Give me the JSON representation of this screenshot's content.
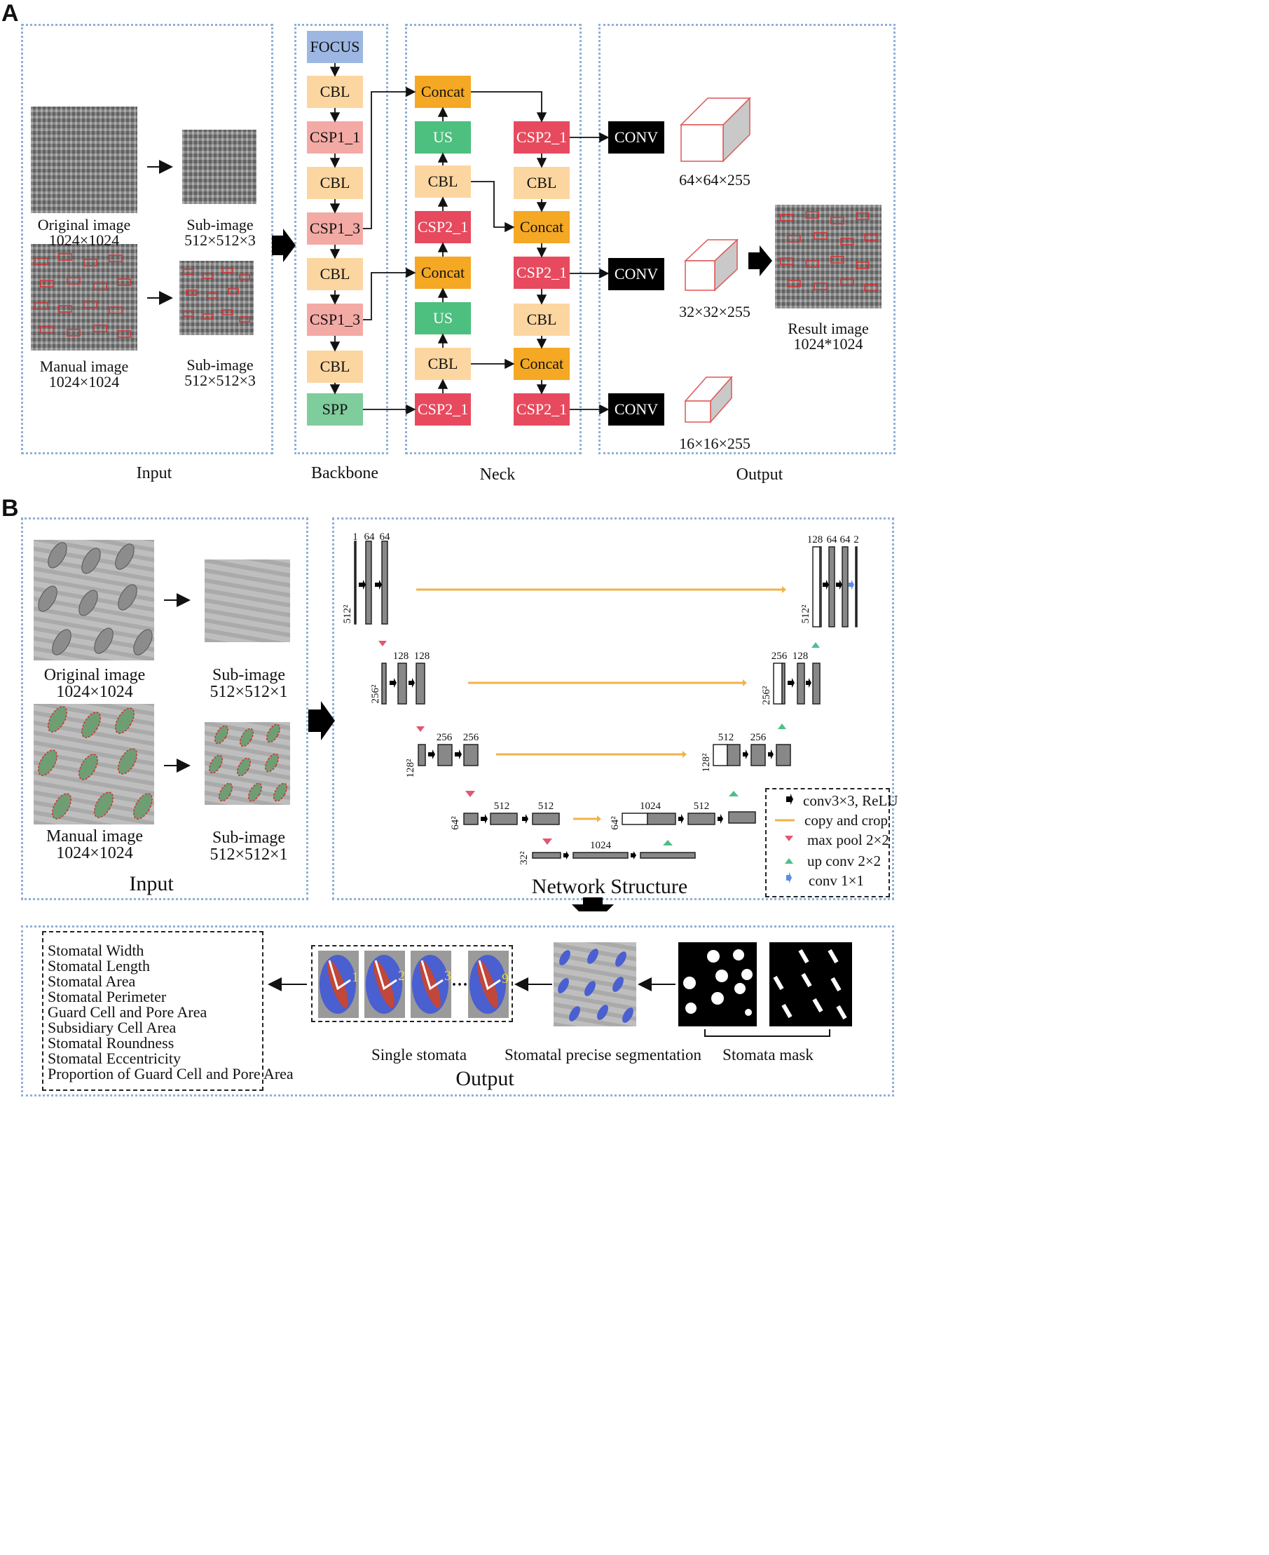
{
  "panel_a": {
    "letter": "A",
    "sections": {
      "input": "Input",
      "backbone": "Backbone",
      "neck": "Neck",
      "output": "Output"
    },
    "input": {
      "original_caption": "Original image",
      "original_size": "1024×1024",
      "manual_caption": "Manual image",
      "manual_size": "1024×1024",
      "sub_caption": "Sub-image",
      "sub_size": "512×512×3"
    },
    "backbone": [
      "FOCUS",
      "CBL",
      "CSP1_1",
      "CBL",
      "CSP1_3",
      "CBL",
      "CSP1_3",
      "CBL",
      "SPP"
    ],
    "neck_left": [
      "Concat",
      "US",
      "CBL",
      "CSP2_1",
      "Concat",
      "US",
      "CBL",
      "CSP2_1"
    ],
    "neck_right": [
      "CSP2_1",
      "CBL",
      "Concat",
      "CSP2_1",
      "CBL",
      "Concat",
      "CSP2_1"
    ],
    "conv_label": "CONV",
    "output_sizes": [
      "64×64×255",
      "32×32×255",
      "16×16×255"
    ],
    "result_caption": "Result image",
    "result_size": "1024*1024"
  },
  "panel_b": {
    "letter": "B",
    "input": {
      "title": "Input",
      "original_caption": "Original image",
      "original_size": "1024×1024",
      "manual_caption": "Manual image",
      "manual_size": "1024×1024",
      "sub_caption": "Sub-image",
      "sub_size": "512×512×1"
    },
    "network_title": "Network Structure",
    "unet": {
      "l1_channels": [
        "1",
        "64",
        "64"
      ],
      "l1_size": "512²",
      "l2_channels": [
        "128",
        "128"
      ],
      "l2_size": "256²",
      "l3_channels": [
        "256",
        "256"
      ],
      "l3_size": "128²",
      "l4_channels": [
        "512",
        "512"
      ],
      "l4_size": "64²",
      "l5_channels": [
        "1024"
      ],
      "l5_size": "32²",
      "r4_channels": [
        "1024",
        "512"
      ],
      "r4_size": "64²",
      "r3_channels": [
        "512",
        "256"
      ],
      "r3_size": "128²",
      "r2_channels": [
        "256",
        "128"
      ],
      "r2_size": "256²",
      "r1_channels": [
        "128",
        "64",
        "64",
        "2"
      ],
      "r1_size": "512²"
    },
    "legend": [
      "conv3×3, ReLU",
      "copy and crop",
      "max pool 2×2",
      "up conv 2×2",
      "conv 1×1"
    ],
    "output": {
      "title": "Output",
      "measurements": [
        "Stomatal Width",
        "Stomatal Length",
        "Stomatal Area",
        "Stomatal Perimeter",
        "Guard Cell and Pore Area",
        "Subsidiary Cell Area",
        "Stomatal Roundness",
        "Stomatal Eccentricity",
        "Proportion of Guard Cell and Pore Area"
      ],
      "single_label": "Single stomata",
      "segmentation_label": "Stomatal precise segmentation",
      "mask_label": "Stomata mask",
      "stomata_numbers": [
        "1",
        "2",
        "3",
        "9"
      ],
      "ellipsis": "···"
    }
  }
}
